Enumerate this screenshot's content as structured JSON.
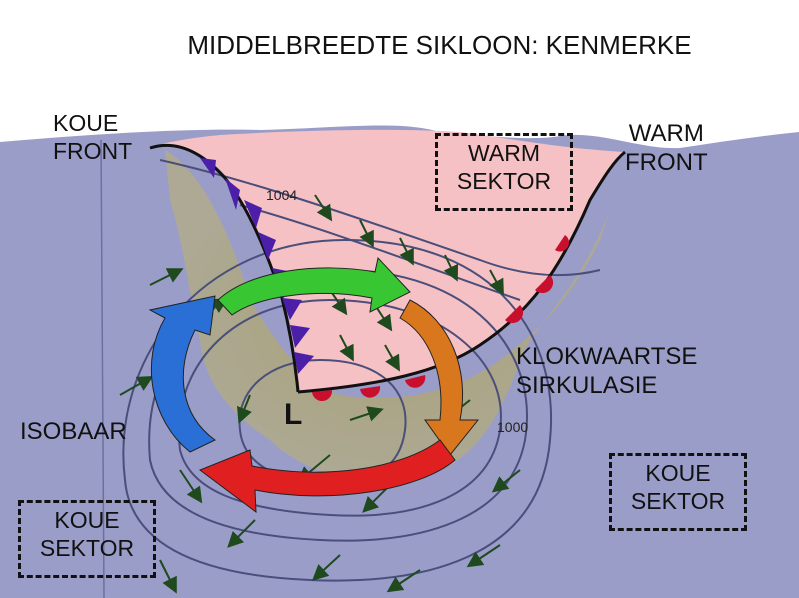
{
  "title": "MIDDELBREEDTE SIKLOON: KENMERKE",
  "labels": {
    "cold_front": [
      "KOUE",
      "FRONT"
    ],
    "warm_front": [
      "WARM",
      "FRONT"
    ],
    "warm_sector": [
      "WARM",
      "SEKTOR"
    ],
    "circulation": [
      "KLOKWAARTSE",
      "SIRKULASIE"
    ],
    "isobar": "ISOBAAR",
    "cold_sector_left": [
      "KOUE",
      "SEKTOR"
    ],
    "cold_sector_right": [
      "KOUE",
      "SEKTOR"
    ],
    "low": "L"
  },
  "isobar_values": {
    "upper": "1004",
    "lower": "1000"
  },
  "colors": {
    "background_land": "#9b9dc9",
    "warm_sector_fill": "#f6c1c4",
    "cold_front_triangle": "#4b1fa8",
    "warm_front_semicircle": "#c8102e",
    "arrow_green": "#39c633",
    "arrow_orange": "#d9771f",
    "arrow_red": "#e02020",
    "arrow_blue": "#2a6fd6"
  }
}
